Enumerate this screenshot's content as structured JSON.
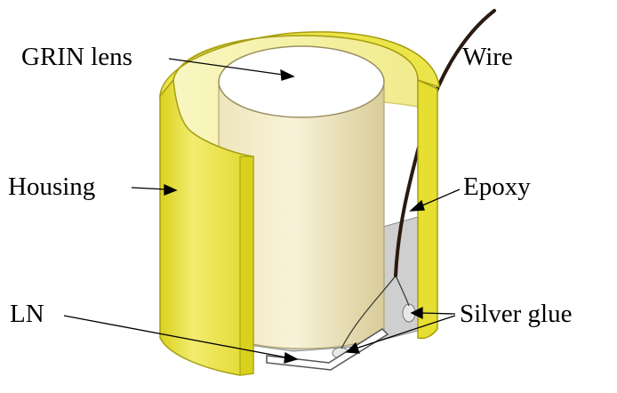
{
  "labels": {
    "grin_lens": "GRIN lens",
    "wire": "Wire",
    "housing": "Housing",
    "epoxy": "Epoxy",
    "ln": "LN",
    "silver_glue": "Silver glue"
  },
  "colors": {
    "housing_fill": "#e8e23a",
    "housing_light": "#f3ef8a",
    "housing_edge": "#b5ad10",
    "lens_body": "#f3ecc8",
    "lens_shade": "#ddd3a6",
    "lens_top": "#ffffff",
    "epoxy_base": "#c8c8c8",
    "block": "#f0f0f0",
    "wire": "#2a1a10",
    "leader": "#000000"
  }
}
